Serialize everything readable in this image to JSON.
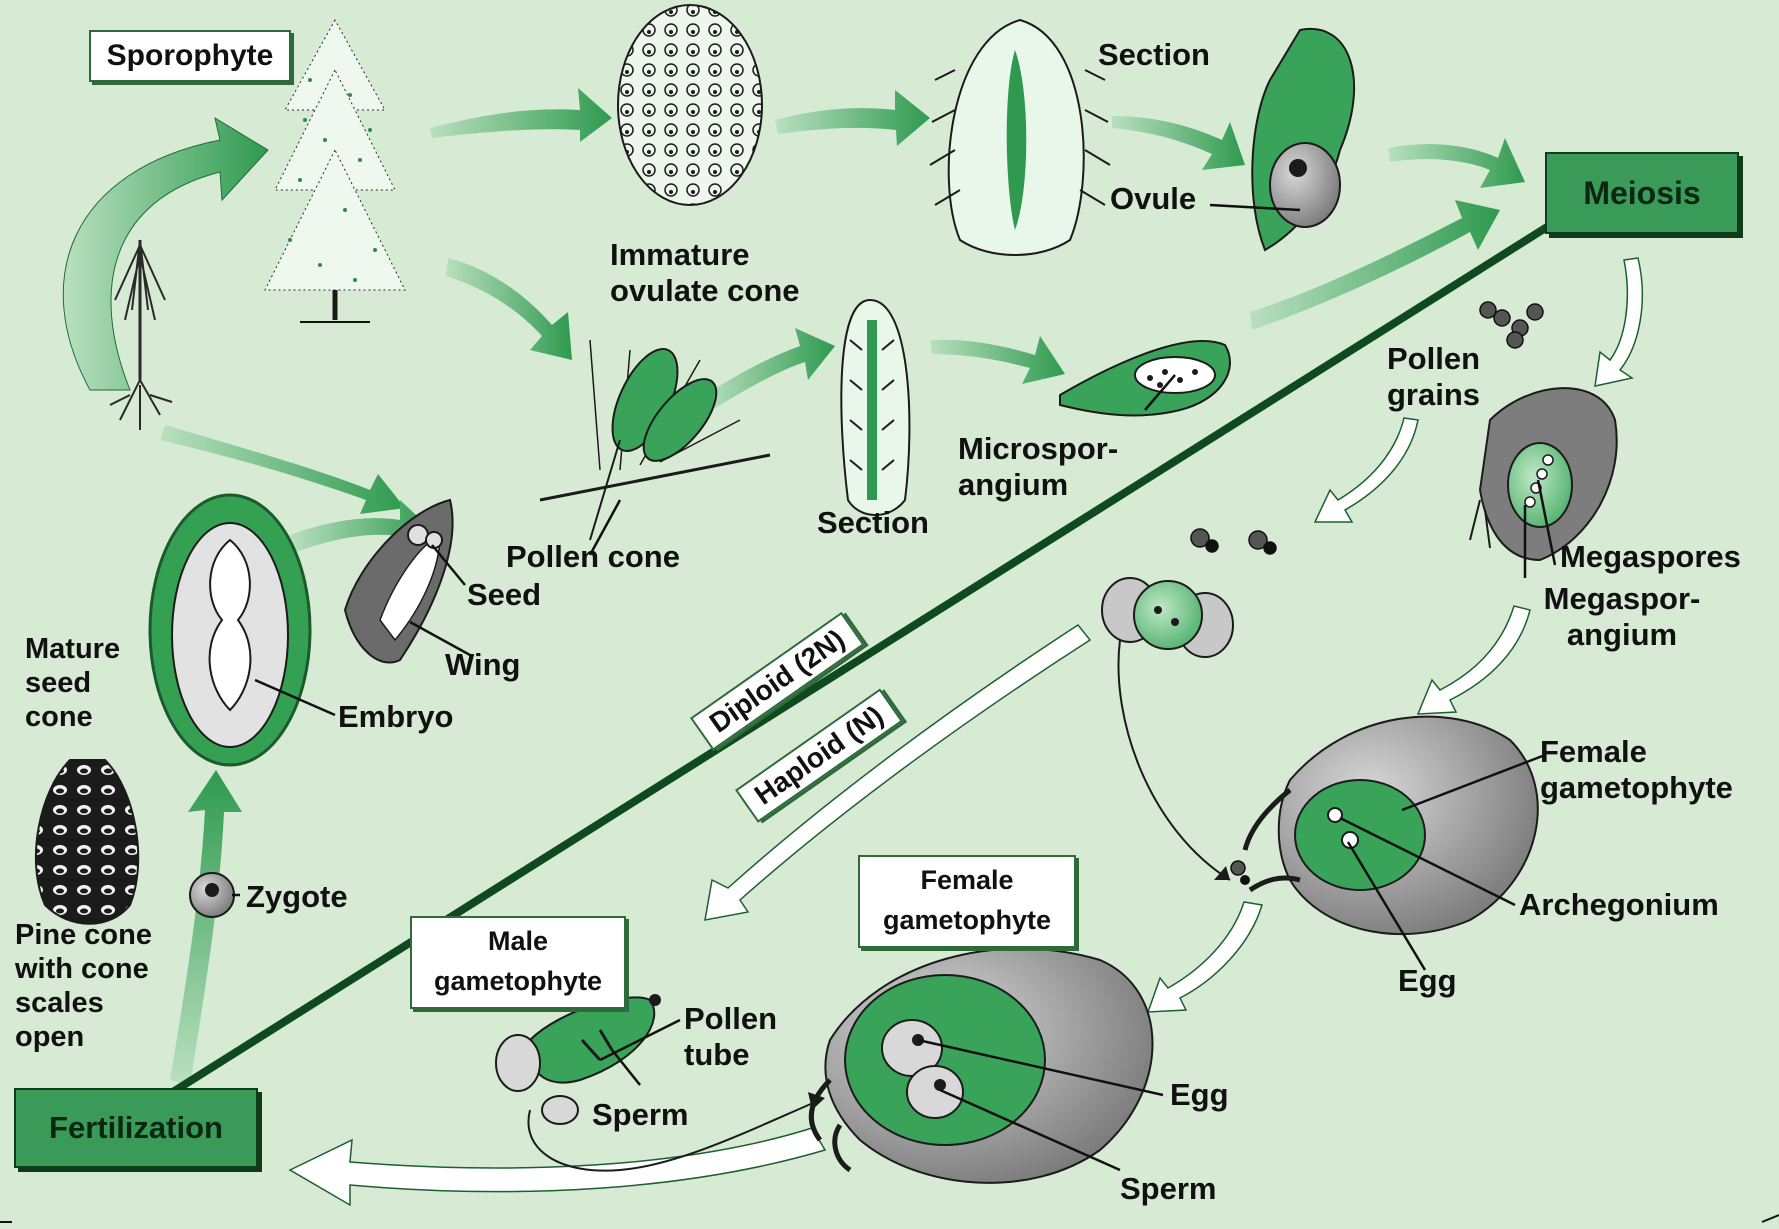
{
  "labels": {
    "sporophyte": "Sporophyte",
    "section_top": "Section",
    "ovule": "Ovule",
    "meiosis": "Meiosis",
    "immature_cone_line1": "Immature",
    "immature_cone_line2": "ovulate cone",
    "pollen_grains_line1": "Pollen",
    "pollen_grains_line2": "grains",
    "microsporangium_line1": "Microspor-",
    "microsporangium_line2": "angium",
    "section_mid": "Section",
    "pollen_cone": "Pollen cone",
    "seed": "Seed",
    "wing": "Wing",
    "mature_seed_cone_line1": "Mature",
    "mature_seed_cone_line2": "seed",
    "mature_seed_cone_line3": "cone",
    "embryo": "Embryo",
    "megaspores": "Megaspores",
    "megasporangium_line1": "Megaspor-",
    "megasporangium_line2": "angium",
    "diploid": "Diploid (2N)",
    "haploid": "Haploid (N)",
    "female_gametophyte_right_line1": "Female",
    "female_gametophyte_right_line2": "gametophyte",
    "archegonium": "Archegonium",
    "egg_right": "Egg",
    "zygote": "Zygote",
    "pine_cone_line1": "Pine cone",
    "pine_cone_line2": "with cone",
    "pine_cone_line3": "scales",
    "pine_cone_line4": "open",
    "female_gametophyte_box_line1": "Female",
    "female_gametophyte_box_line2": "gametophyte",
    "male_gametophyte_line1": "Male",
    "male_gametophyte_line2": "gametophyte",
    "pollen_tube_line1": "Pollen",
    "pollen_tube_line2": "tube",
    "sperm_left": "Sperm",
    "egg_bottom": "Egg",
    "sperm_bottom": "Sperm",
    "fertilization": "Fertilization"
  },
  "colors": {
    "background": "#d7ebd4",
    "accent_green": "#3a9a57",
    "dark_green": "#0f3d1c",
    "gray_tissue": "#8a8a8a"
  }
}
